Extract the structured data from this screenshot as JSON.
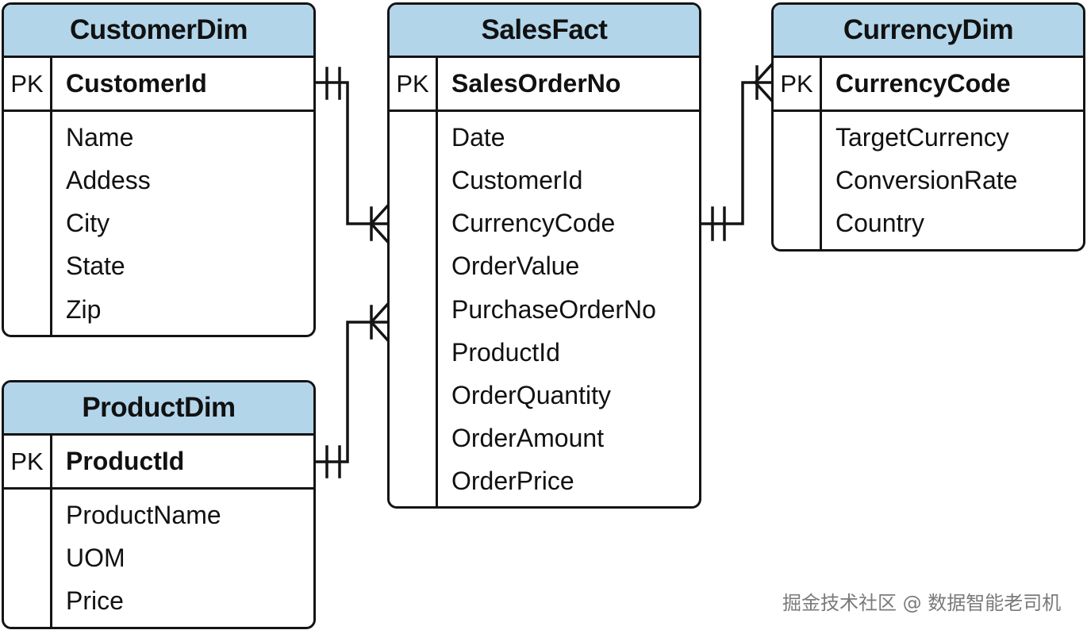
{
  "entities": {
    "customer": {
      "title": "CustomerDim",
      "pk_label": "PK",
      "pk_field": "CustomerId",
      "fields": [
        "Name",
        "Addess",
        "City",
        "State",
        "Zip"
      ]
    },
    "sales": {
      "title": "SalesFact",
      "pk_label": "PK",
      "pk_field": "SalesOrderNo",
      "fields": [
        "Date",
        "CustomerId",
        "CurrencyCode",
        "OrderValue",
        "PurchaseOrderNo",
        "ProductId",
        "OrderQuantity",
        "OrderAmount",
        "OrderPrice"
      ]
    },
    "currency": {
      "title": "CurrencyDim",
      "pk_label": "PK",
      "pk_field": "CurrencyCode",
      "fields": [
        "TargetCurrency",
        "ConversionRate",
        "Country"
      ]
    },
    "product": {
      "title": "ProductDim",
      "pk_label": "PK",
      "pk_field": "ProductId",
      "fields": [
        "ProductName",
        "UOM",
        "Price"
      ]
    }
  },
  "relationships": [
    {
      "from": "CustomerDim",
      "to": "SalesFact",
      "from_cardinality": "one-and-only-one",
      "to_cardinality": "one-or-many"
    },
    {
      "from": "ProductDim",
      "to": "SalesFact",
      "from_cardinality": "one-and-only-one",
      "to_cardinality": "one-or-many"
    },
    {
      "from": "SalesFact",
      "to": "CurrencyDim",
      "from_cardinality": "one-and-only-one",
      "to_cardinality": "one-or-many"
    }
  ],
  "colors": {
    "header_fill": "#b2d5ea",
    "border": "#141414",
    "watermark": "#7a7a7a"
  },
  "watermark": "掘金技术社区 @ 数据智能老司机"
}
